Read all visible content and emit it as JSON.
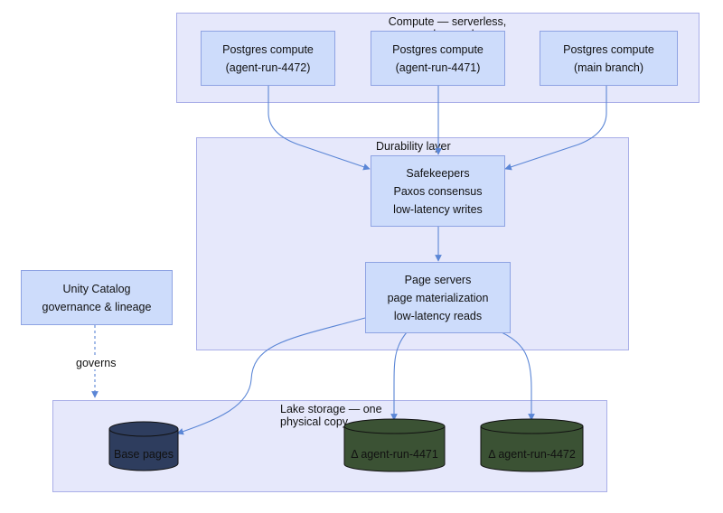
{
  "groups": {
    "compute": {
      "title": "Compute — serverless, ephemeral"
    },
    "durability": {
      "title": "Durability layer"
    },
    "lake": {
      "title": "Lake storage — one physical copy"
    }
  },
  "nodes": {
    "compute_4472": {
      "line1": "Postgres compute",
      "line2": "(agent-run-4472)"
    },
    "compute_4471": {
      "line1": "Postgres compute",
      "line2": "(agent-run-4471)"
    },
    "compute_main": {
      "line1": "Postgres compute",
      "line2": "(main branch)"
    },
    "safekeepers": {
      "line1": "Safekeepers",
      "line2": "Paxos consensus",
      "line3": "low-latency writes"
    },
    "pageservers": {
      "line1": "Page servers",
      "line2": "page materialization",
      "line3": "low-latency reads"
    },
    "catalog": {
      "line1": "Unity Catalog",
      "line2": "governance & lineage"
    }
  },
  "storage": {
    "base": {
      "label": "Base pages",
      "fill": "#2e3d5e"
    },
    "delta_4471": {
      "label": "Δ agent-run-4471",
      "fill": "#3b5234"
    },
    "delta_4472": {
      "label": "Δ agent-run-4472",
      "fill": "#3b5234"
    }
  },
  "edges": {
    "governs": "governs"
  },
  "colors": {
    "group_fill": "#e6e8fb",
    "node_fill": "#cddcfb",
    "edge": "#5b86d6"
  }
}
